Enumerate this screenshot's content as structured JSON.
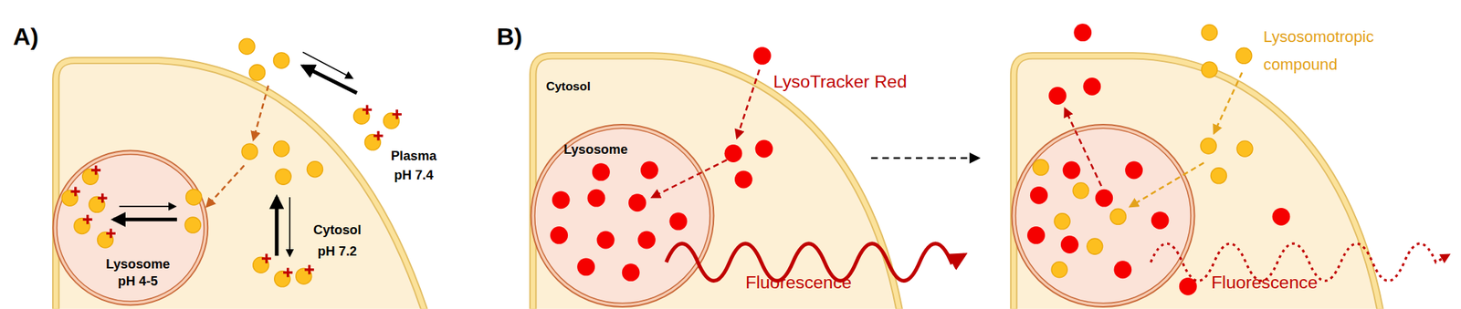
{
  "diagram": {
    "nodes": [
      {
        "text": [
          "Cytosol pH 7.2"
        ]
      },
      {
        "text": [
          "Lysosome pH 4-5"
        ],
        "in": 0
      },
      {
        "text": [
          "Cytosol"
        ]
      },
      {
        "text": [
          "Lysosome"
        ],
        "in": 2
      }
    ],
    "labels": [
      "A)",
      "Plasma pH 7.4",
      "B)",
      "LysoTracker Red",
      "Fluorescence",
      "Lysosomotropic compound",
      "Fluorescence"
    ]
  }
}
